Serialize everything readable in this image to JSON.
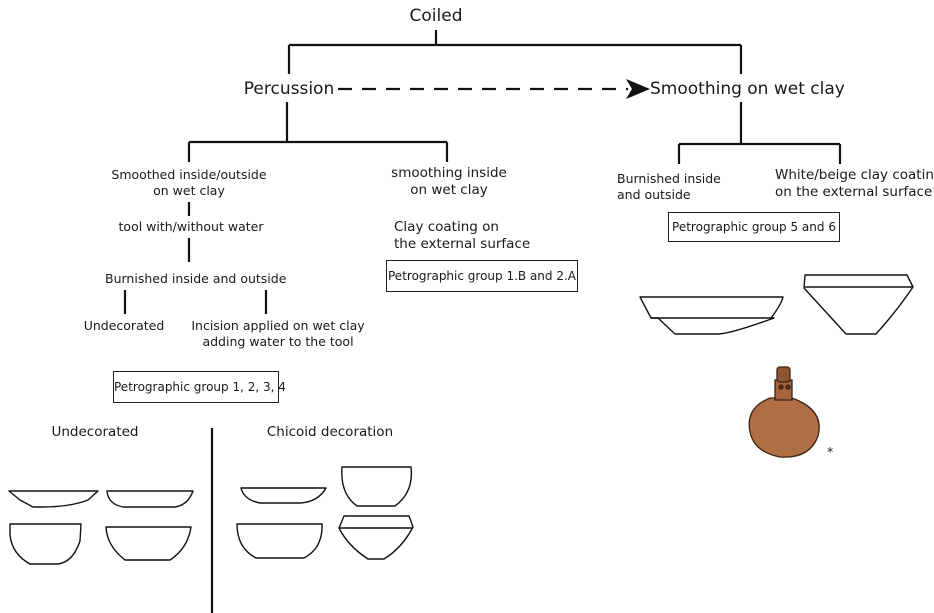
{
  "diagram": {
    "root": "Coiled",
    "left_branch": "Percussion",
    "right_branch": "Smoothing on wet clay",
    "left": {
      "smoothed_l1": "Smoothed inside/outside",
      "smoothed_l2": "on wet clay",
      "tool": "tool with/without water",
      "burnished": "Burnished inside and outside",
      "undecorated": "Undecorated",
      "incision_l1": "Incision applied on wet clay",
      "incision_l2": "adding water to the tool",
      "petro": "Petrographic group 1, 2, 3, 4",
      "col_undecorated": "Undecorated",
      "col_chicoid": "Chicoid decoration"
    },
    "middle": {
      "smoothing_l1": "smoothing inside",
      "smoothing_l2": "on wet clay",
      "coating_l1": "Clay coating on",
      "coating_l2": "the external surface",
      "petro": "Petrographic group 1.B and 2.A"
    },
    "right": {
      "burnished_l1": "Burnished inside",
      "burnished_l2": "and outside",
      "coating_l1": "White/beige clay coating",
      "coating_l2": "on the external surface",
      "petro": "Petrographic group 5 and 6",
      "asterisk": "*"
    }
  }
}
